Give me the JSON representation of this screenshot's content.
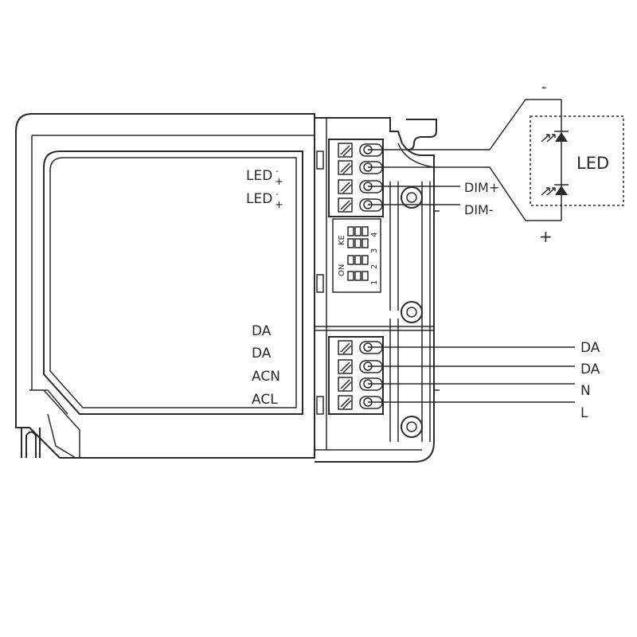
{
  "driver": {
    "label_led_neg_1": "LED",
    "label_led_pos_1": "LED",
    "sign_minus_1": "-",
    "sign_plus_1": "+",
    "sign_minus_2": "-",
    "sign_plus_2": "+",
    "label_da_1": "DA",
    "label_da_2": "DA",
    "label_acn": "ACN",
    "label_acl": "ACL"
  },
  "dip_switch": {
    "on_label": "ON",
    "ke_label": "KE",
    "numbers": [
      "1",
      "2",
      "3",
      "4"
    ]
  },
  "wiring": {
    "dim_plus": "DIM+",
    "dim_minus": "DIM-",
    "out_da_1": "DA",
    "out_da_2": "DA",
    "out_n": "N",
    "out_l": "L"
  },
  "led_module": {
    "label": "LED",
    "minus_sign": "-",
    "plus_sign": "+"
  }
}
